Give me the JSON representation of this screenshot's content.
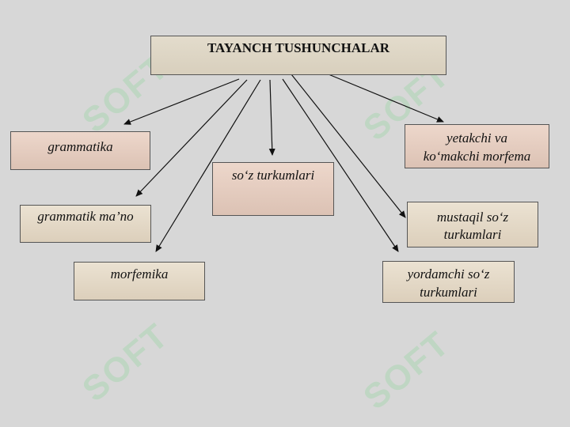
{
  "title": "TAYANCH TUSHUNCHALAR",
  "nodes": {
    "grammatika": "grammatika",
    "grammatik_mano": "grammatik ma’no",
    "morfemika": "morfemika",
    "soz_turkumlari": "so‘z turkumlari",
    "yetakchi_line1": "yetakchi va",
    "yetakchi_line2": "ko‘makchi morfema",
    "mustaqil_line1": "mustaqil so‘z",
    "mustaqil_line2": "turkumlari",
    "yordamchi_line1": "yordamchi so‘z",
    "yordamchi_line2": "turkumlari"
  },
  "watermark": "SOFT",
  "colors": {
    "background": "#d7d7d7",
    "arrow": "#111111",
    "watermark": "#8fd49a"
  }
}
